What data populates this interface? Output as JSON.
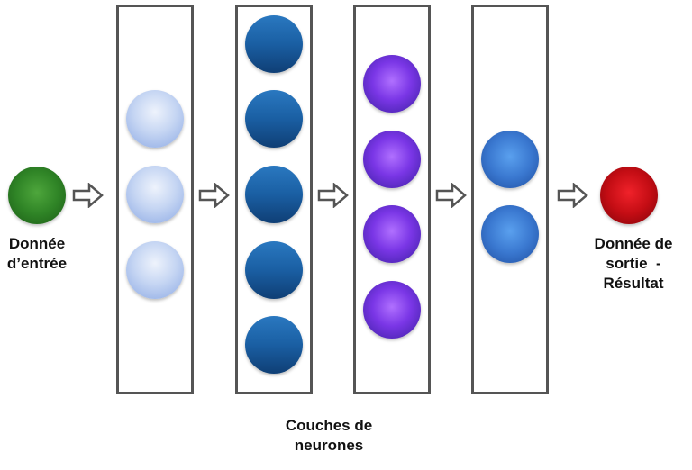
{
  "labels": {
    "input_line1": "Donnée",
    "input_line2": "d’entrée",
    "output_line1": "Donnée de",
    "output_line2": "sortie  -",
    "output_line3": "Résultat",
    "layers_line1": "Couches de",
    "layers_line2": "neurones"
  },
  "layers": [
    {
      "neurons": 3,
      "color": "#c6d6f3"
    },
    {
      "neurons": 5,
      "color": "#1a5fa3"
    },
    {
      "neurons": 4,
      "color": "#7a36e6"
    },
    {
      "neurons": 2,
      "color": "#3a78d0"
    }
  ],
  "colors": {
    "input_node": "#2f8426",
    "output_node": "#c40d14",
    "box_border": "#555555",
    "arrow_stroke": "#555555"
  },
  "icons": [
    "right-arrow-icon"
  ]
}
